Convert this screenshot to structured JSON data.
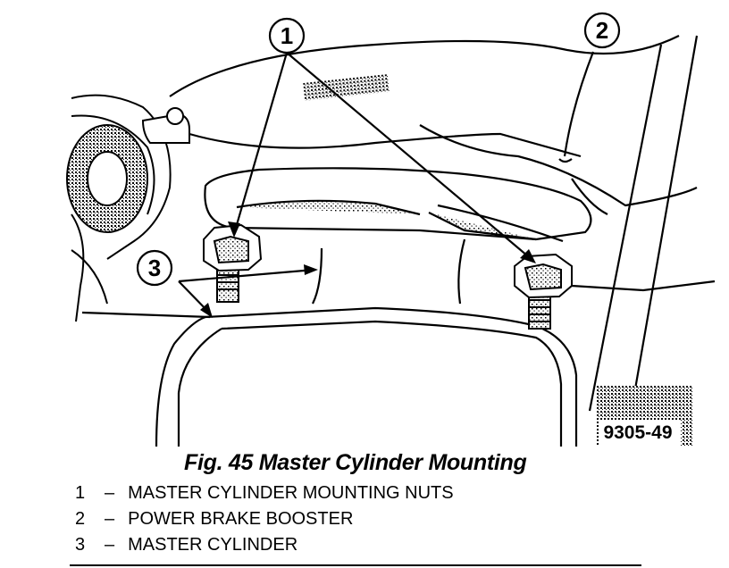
{
  "figure": {
    "callouts": [
      "1",
      "2",
      "3"
    ],
    "figure_number": "9305-49",
    "caption": "Fig. 45 Master Cylinder Mounting"
  },
  "legend": [
    {
      "number": "1",
      "separator": "–",
      "label": "MASTER CYLINDER MOUNTING NUTS"
    },
    {
      "number": "2",
      "separator": "–",
      "label": "POWER BRAKE BOOSTER"
    },
    {
      "number": "3",
      "separator": "–",
      "label": "MASTER CYLINDER"
    }
  ]
}
